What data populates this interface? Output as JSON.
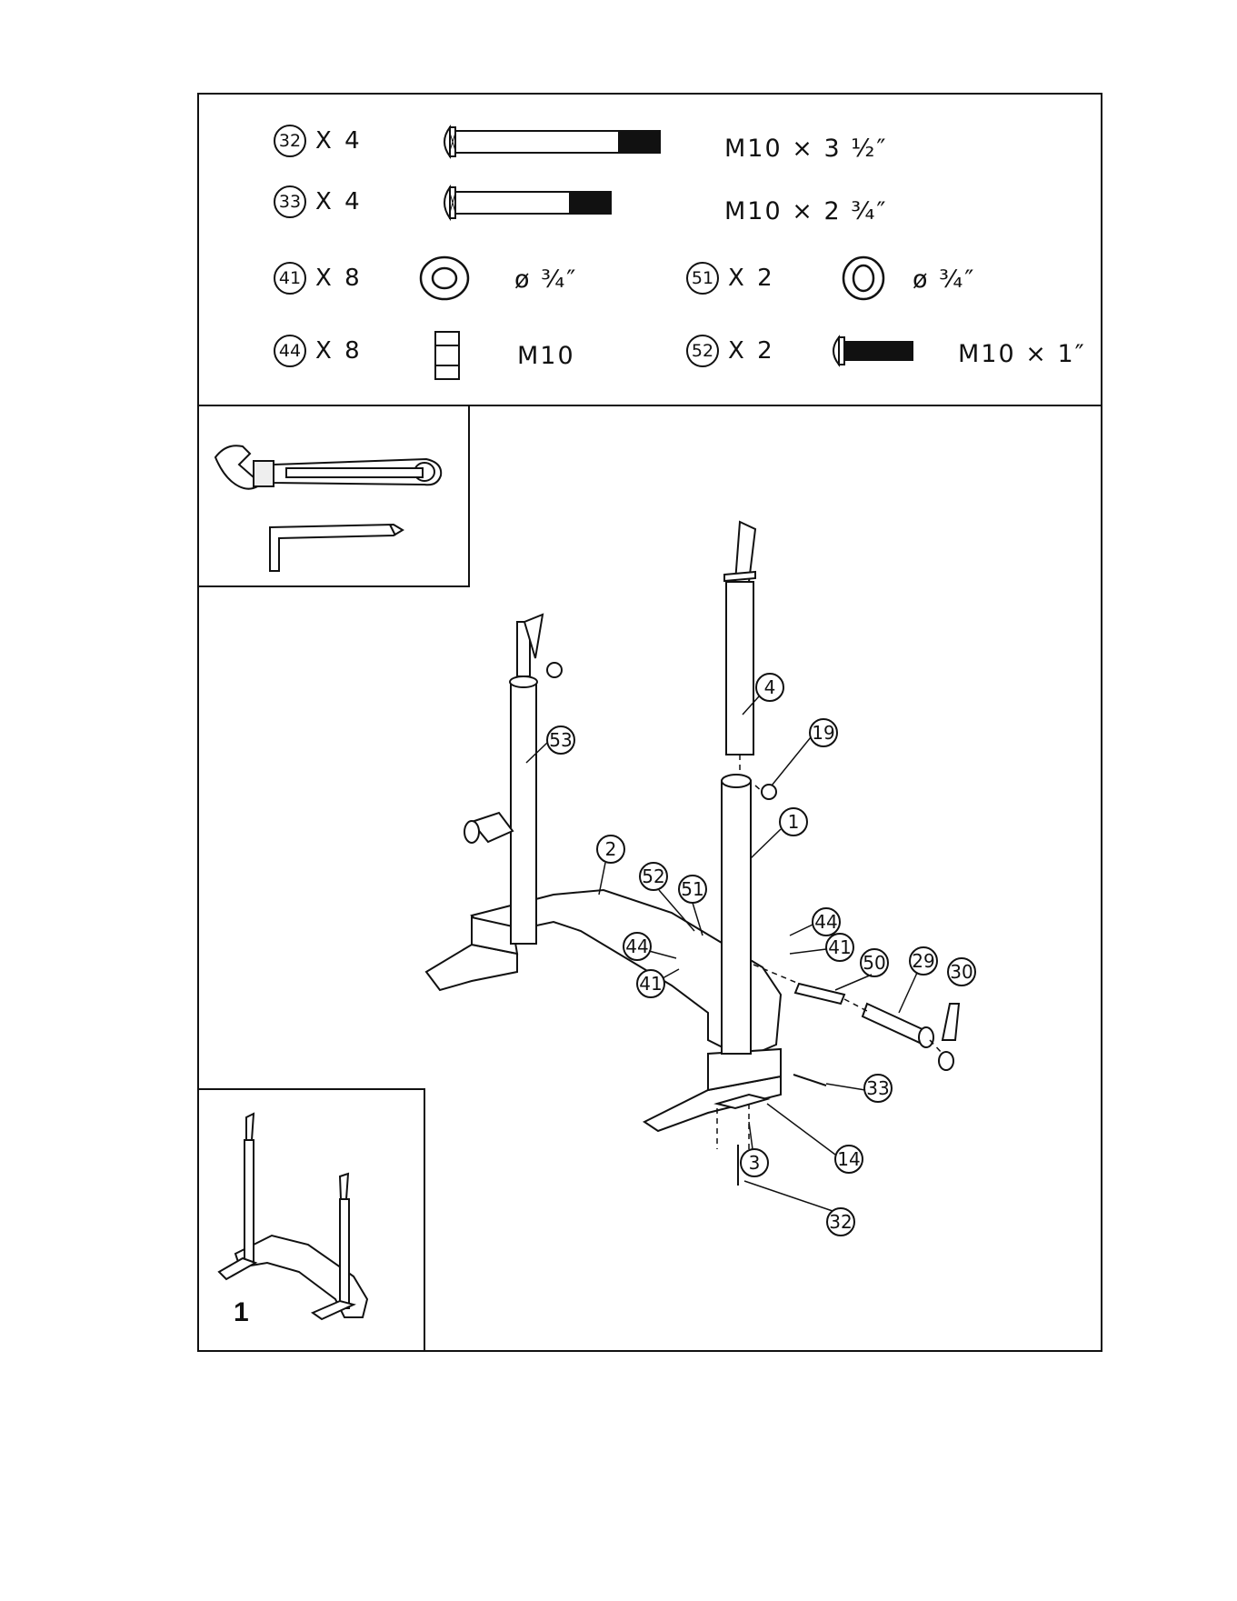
{
  "hardware": [
    {
      "part": "32",
      "qty": "X 4",
      "spec": "M10 × 3 ½″"
    },
    {
      "part": "33",
      "qty": "X 4",
      "spec": "M10 × 2 ¾″"
    },
    {
      "part": "41",
      "qty": "X 8",
      "spec": "ø ¾″"
    },
    {
      "part": "51",
      "qty": "X 2",
      "spec": "ø ¾″"
    },
    {
      "part": "44",
      "qty": "X 8",
      "spec": "M10"
    },
    {
      "part": "52",
      "qty": "X 2",
      "spec": "M10 × 1″"
    }
  ],
  "tools": {
    "icons": [
      "adjustable-wrench-icon",
      "allen-wrench-icon"
    ]
  },
  "overview": {
    "step": "1"
  },
  "callouts": [
    "1",
    "2",
    "3",
    "4",
    "14",
    "19",
    "29",
    "30",
    "32",
    "33",
    "41",
    "41",
    "44",
    "44",
    "50",
    "51",
    "52",
    "53"
  ]
}
